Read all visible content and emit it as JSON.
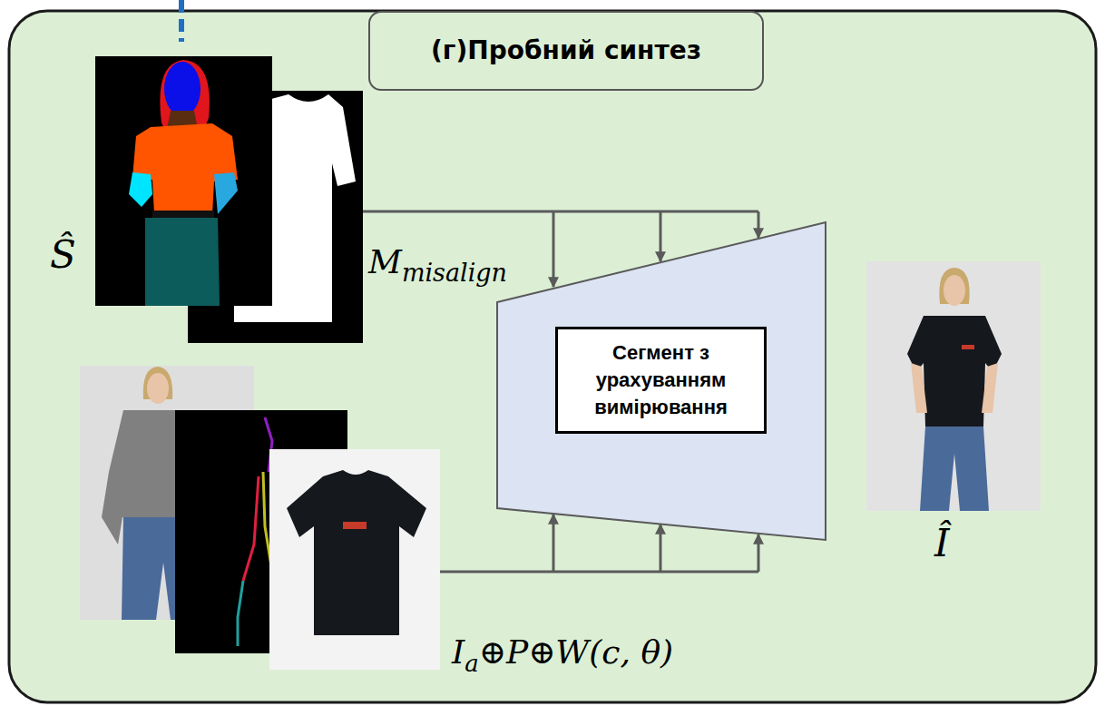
{
  "diagram": {
    "nodes": [
      {
        "text": [
          "(г)Пробний синтез"
        ]
      },
      {
        "text": [
          "Сегмент з урахуванням вимірювання"
        ]
      }
    ],
    "labels": [
      "Ŝ",
      "M",
      "misalign",
      "I",
      "a",
      "⊕P⊕W(c, θ)",
      "Î"
    ]
  }
}
